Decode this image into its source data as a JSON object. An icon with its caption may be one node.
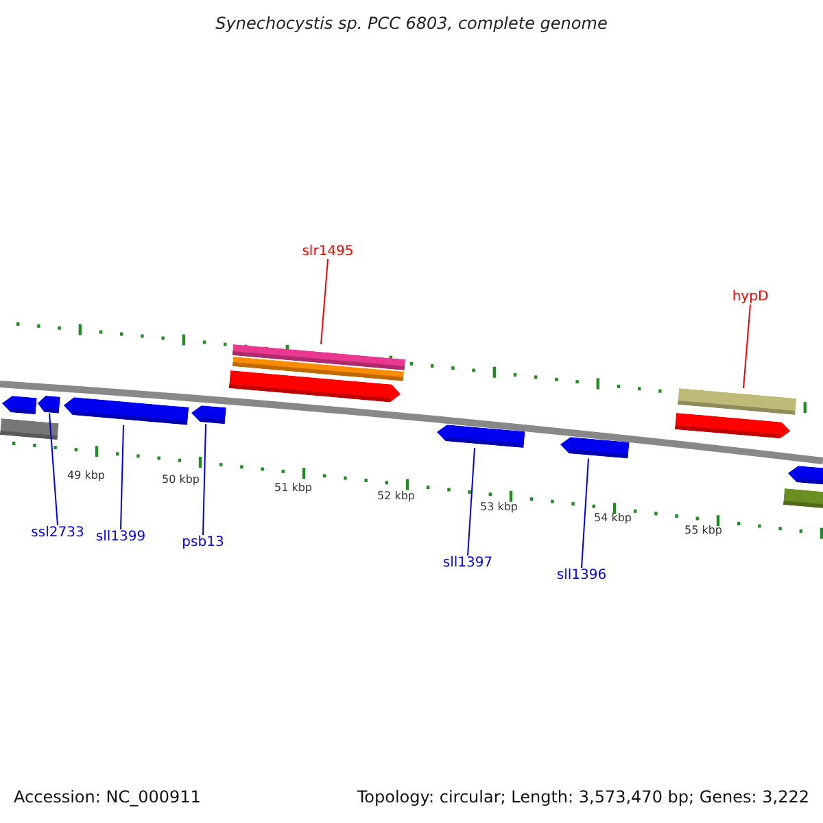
{
  "diagram": {
    "title": "Synechocystis sp. PCC 6803, complete genome",
    "nodes": [
      {
        "text": [
          "slr1495"
        ]
      },
      {
        "text": [
          "hypD"
        ]
      },
      {
        "text": [],
        "shape": "bar"
      },
      {
        "text": [],
        "shape": "bar"
      },
      {
        "text": [],
        "shape": "arrow"
      },
      {
        "text": [],
        "shape": "bar"
      },
      {
        "text": [],
        "shape": "arrow"
      },
      {
        "text": [],
        "shape": "arrow"
      },
      {
        "text": [],
        "shape": "arrow"
      },
      {
        "text": [],
        "shape": "arrow"
      },
      {
        "text": [],
        "shape": "arrow"
      },
      {
        "text": [],
        "shape": "bar"
      },
      {
        "text": [],
        "shape": "arrow"
      },
      {
        "text": [],
        "shape": "arrow"
      },
      {
        "text": [],
        "shape": "arrow"
      },
      {
        "text": [],
        "shape": "bar"
      },
      {
        "text": [
          "ssl2733"
        ]
      },
      {
        "text": [
          "sll1399"
        ]
      },
      {
        "text": [
          "psb13"
        ]
      },
      {
        "text": [
          "sll1397"
        ]
      },
      {
        "text": [
          "sll1396"
        ]
      }
    ],
    "edges": [
      {
        "from": 0,
        "to": 2,
        "arrow": "none",
        "color": "#ff0000"
      },
      {
        "from": 1,
        "to": 5,
        "arrow": "none",
        "color": "#ff0000"
      },
      {
        "from": 16,
        "to": 8,
        "arrow": "none"
      },
      {
        "from": 17,
        "to": 9,
        "arrow": "none"
      },
      {
        "from": 18,
        "to": 10,
        "arrow": "none"
      },
      {
        "from": 19,
        "to": 12,
        "arrow": "none"
      },
      {
        "from": 20,
        "to": 13,
        "arrow": "none"
      }
    ],
    "labels": [
      "49 kbp",
      "50 kbp",
      "51 kbp",
      "52 kbp",
      "53 kbp",
      "54 kbp",
      "55 kbp",
      "Accession: NC_000911",
      "Topology: circular; Length: 3,573,470 bp; Genes: 3,222"
    ]
  }
}
